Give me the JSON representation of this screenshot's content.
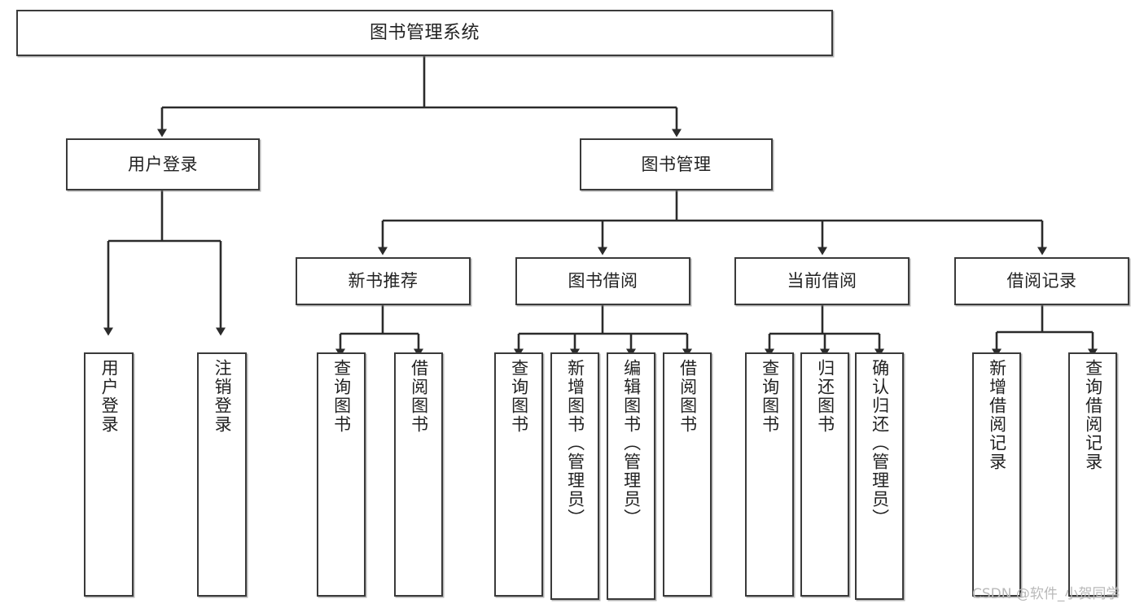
{
  "diagram": {
    "title": "图书管理系统",
    "type": "tree-hierarchy-chart",
    "orientation": "top-down",
    "style": {
      "box_border_color": "#3a3a3a",
      "box_fill_color": "#ffffff",
      "line_color": "#2b2b2b",
      "text_color": "#222222",
      "background": "#ffffff"
    }
  },
  "nodes": {
    "root": {
      "label": "图书管理系统",
      "level": 1
    },
    "level2": [
      {
        "id": "user-login",
        "label": "用户登录"
      },
      {
        "id": "book-management",
        "label": "图书管理"
      }
    ],
    "level3": [
      {
        "id": "new-book-recommend",
        "label": "新书推荐",
        "parent": "book-management"
      },
      {
        "id": "book-borrow",
        "label": "图书借阅",
        "parent": "book-management"
      },
      {
        "id": "current-borrow",
        "label": "当前借阅",
        "parent": "book-management"
      },
      {
        "id": "borrow-record",
        "label": "借阅记录",
        "parent": "book-management"
      }
    ],
    "leaves": [
      {
        "id": "leaf-user-login",
        "label": "用户登录",
        "parent": "user-login"
      },
      {
        "id": "leaf-logout-login",
        "label": "注销登录",
        "parent": "user-login"
      },
      {
        "id": "leaf-query-book-1",
        "label": "查询图书",
        "parent": "new-book-recommend"
      },
      {
        "id": "leaf-borrow-book-1",
        "label": "借阅图书",
        "parent": "new-book-recommend"
      },
      {
        "id": "leaf-query-book-2",
        "label": "查询图书",
        "parent": "book-borrow"
      },
      {
        "id": "leaf-add-book",
        "label": "新增图书（管理员）",
        "parent": "book-borrow"
      },
      {
        "id": "leaf-edit-book",
        "label": "编辑图书（管理员）",
        "parent": "book-borrow"
      },
      {
        "id": "leaf-borrow-book-2",
        "label": "借阅图书",
        "parent": "book-borrow"
      },
      {
        "id": "leaf-query-book-3",
        "label": "查询图书",
        "parent": "current-borrow"
      },
      {
        "id": "leaf-return-book",
        "label": "归还图书",
        "parent": "current-borrow"
      },
      {
        "id": "leaf-confirm-return",
        "label": "确认归还（管理员）",
        "parent": "current-borrow"
      },
      {
        "id": "leaf-add-record",
        "label": "新增借阅记录",
        "parent": "borrow-record"
      },
      {
        "id": "leaf-query-record",
        "label": "查询借阅记录",
        "parent": "borrow-record"
      }
    ]
  },
  "watermark": {
    "text": "CSDN @软件_小贺同学"
  }
}
